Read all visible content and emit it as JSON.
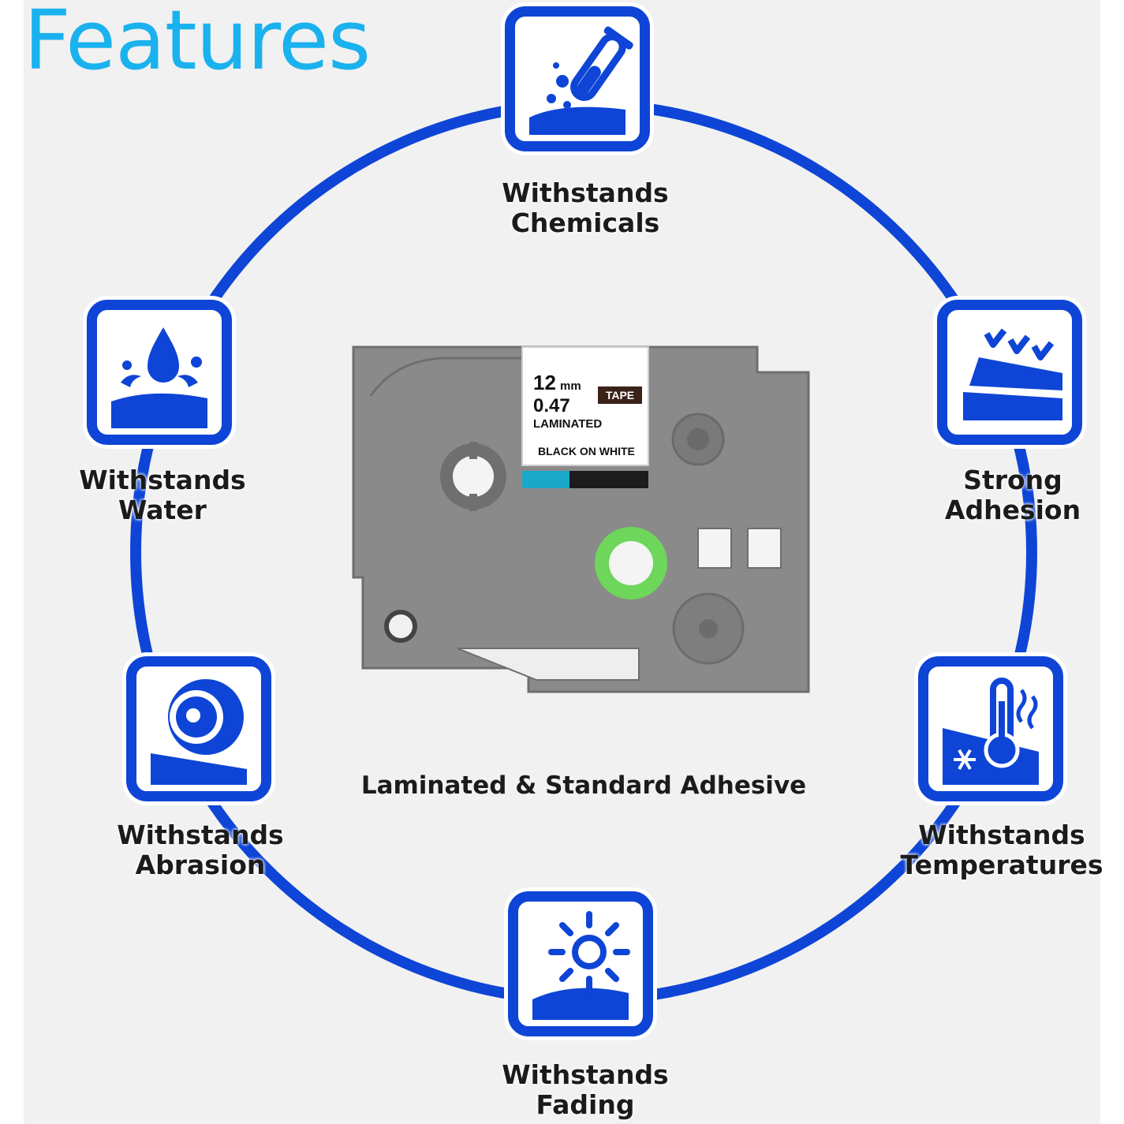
{
  "title": "Features",
  "subtitle": "Laminated & Standard Adhesive",
  "colors": {
    "ring": "#0e45d6",
    "title": "#1ab2ee",
    "cartridge": "#8a8a8a"
  },
  "features": [
    {
      "id": "chemicals",
      "line1": "Withstands",
      "line2": "Chemicals",
      "icon": "test-tube-icon"
    },
    {
      "id": "adhesion",
      "line1": "Strong",
      "line2": "Adhesion",
      "icon": "adhesion-icon"
    },
    {
      "id": "temperatures",
      "line1": "Withstands",
      "line2": "Temperatures",
      "icon": "thermometer-icon"
    },
    {
      "id": "fading",
      "line1": "Withstands",
      "line2": "Fading",
      "icon": "sun-icon"
    },
    {
      "id": "abrasion",
      "line1": "Withstands",
      "line2": "Abrasion",
      "icon": "abrasion-roll-icon"
    },
    {
      "id": "water",
      "line1": "Withstands",
      "line2": "Water",
      "icon": "water-drop-icon"
    }
  ],
  "cartridge": {
    "size_mm": "12",
    "unit": "mm",
    "size_in": "0.47",
    "badge": "TAPE",
    "type": "LAMINATED",
    "color_scheme": "BLACK ON WHITE"
  }
}
